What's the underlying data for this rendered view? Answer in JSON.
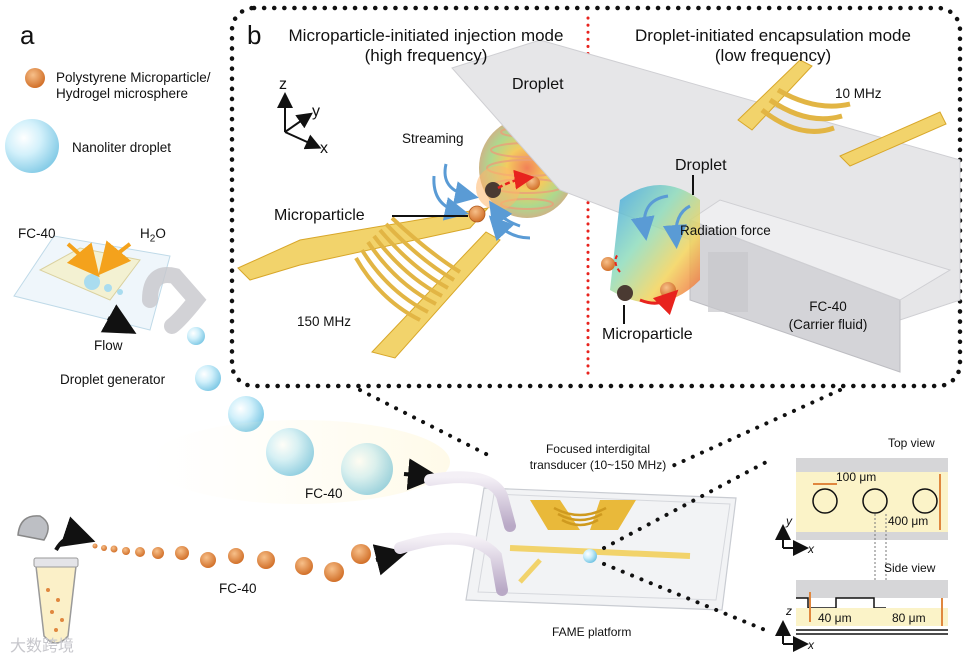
{
  "panel_a": {
    "label": "a",
    "legend_microparticle": [
      "Polystyrene Microparticle/",
      "Hydrogel microsphere"
    ],
    "legend_droplet": "Nanoliter droplet",
    "fc40_top": "FC-40",
    "h2o": "H",
    "h2o_sub": "2",
    "h2o_tail": "O",
    "flow": "Flow",
    "droplet_generator": "Droplet generator",
    "fc40_mid": "FC-40",
    "fc40_bottom": "FC-40",
    "focused_idt": [
      "Focused interdigital",
      "transducer (10~150 MHz)"
    ],
    "fame": "FAME platform",
    "watermark": "大数跨境"
  },
  "panel_b": {
    "label": "b",
    "left_title": [
      "Microparticle-initiated injection mode",
      "(high frequency)"
    ],
    "right_title": [
      "Droplet-initiated encapsulation mode",
      "(low frequency)"
    ],
    "axis_z": "z",
    "axis_y": "y",
    "axis_x": "x",
    "droplet_left": "Droplet",
    "streaming": "Streaming",
    "microparticle_left": "Microparticle",
    "freq_left": "150 MHz",
    "freq_right": "10 MHz",
    "droplet_right": "Droplet",
    "radiation": "Radiation force",
    "carrier": [
      "FC-40",
      "(Carrier fluid)"
    ],
    "microparticle_right": "Microparticle"
  },
  "insets": {
    "top_view": "Top view",
    "dim_100": "100 μm",
    "dim_400": "400 μm",
    "axis_y": "y",
    "axis_x": "x",
    "side_view": "Side view",
    "axis_z": "z",
    "dim_40": "40 μm",
    "dim_80": "80 μm"
  },
  "colors": {
    "electrode": "#f2d36b",
    "electrode_dark": "#d8a72a",
    "particle": "#e0873e",
    "droplet": "#a9dcef",
    "streaming_arrow": "#5a9bd5",
    "red_arrow": "#e8231e",
    "orange_arrow": "#f4a21c",
    "channel_fill": "#fbf3c8"
  }
}
